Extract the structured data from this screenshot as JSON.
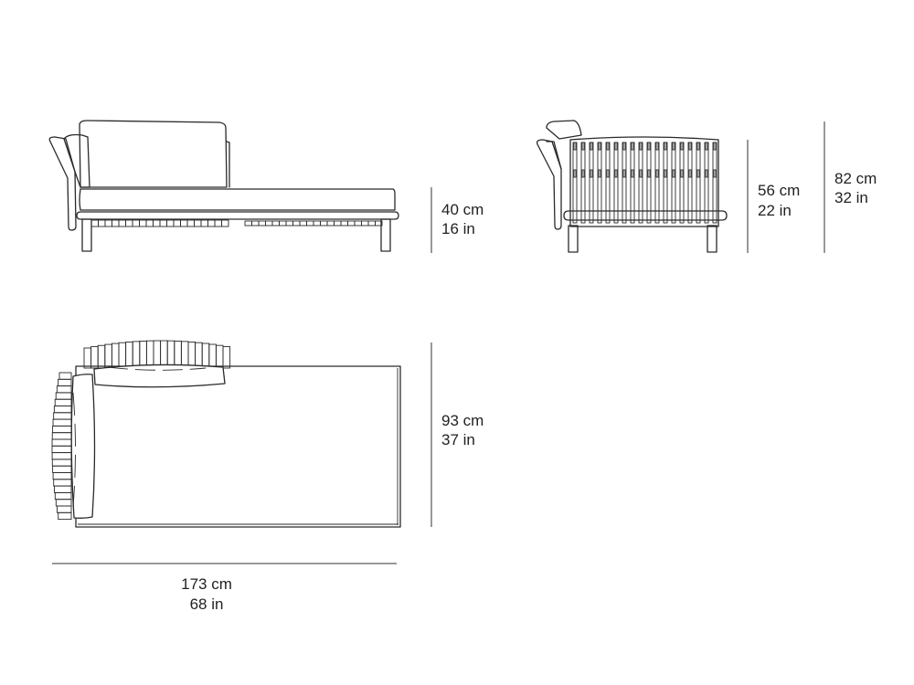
{
  "views": {
    "front": {
      "height_label_cm": "40 cm",
      "height_label_in": "16 in"
    },
    "side": {
      "seat_height_cm": "56 cm",
      "seat_height_in": "22 in",
      "total_height_cm": "82 cm",
      "total_height_in": "32 in"
    },
    "top": {
      "depth_cm": "93 cm",
      "depth_in": "37 in",
      "width_cm": "173 cm",
      "width_in": "68 in"
    }
  },
  "colors": {
    "line": "#2a2a2a",
    "text": "#222222",
    "background": "#ffffff"
  }
}
